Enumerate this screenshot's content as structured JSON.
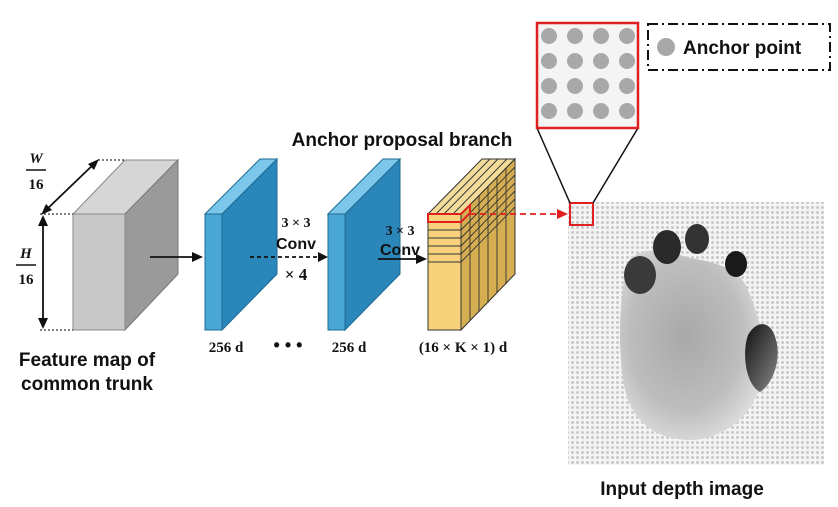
{
  "title": "Anchor proposal branch",
  "feature_map": {
    "label_line1": "Feature map of",
    "label_line2": "common trunk",
    "width_num": "W",
    "width_den": "16",
    "height_num": "H",
    "height_den": "16"
  },
  "layers": {
    "first_dim": "256 d",
    "ellipsis": "• • •",
    "second_dim": "256 d",
    "output_dim": "(16 × K × 1) d"
  },
  "ops": {
    "conv1_kernel": "3 × 3",
    "conv1_label": "Conv",
    "repeat": "× 4",
    "conv2_kernel": "3 × 3",
    "conv2_label": "Conv"
  },
  "legend": {
    "anchor_label": "Anchor point"
  },
  "depth_image": {
    "caption": "Input depth image"
  },
  "colors": {
    "feature_map_front": "#c8c8c8",
    "feature_map_top": "#d6d6d6",
    "feature_map_side": "#9a9a9a",
    "conv_front": "#4aa6d4",
    "conv_side": "#2b86b9",
    "output_front": "#f7d27a",
    "output_side": "#d6ae52",
    "highlight": "#e02020",
    "anchor_dot": "#a8a8a8"
  }
}
